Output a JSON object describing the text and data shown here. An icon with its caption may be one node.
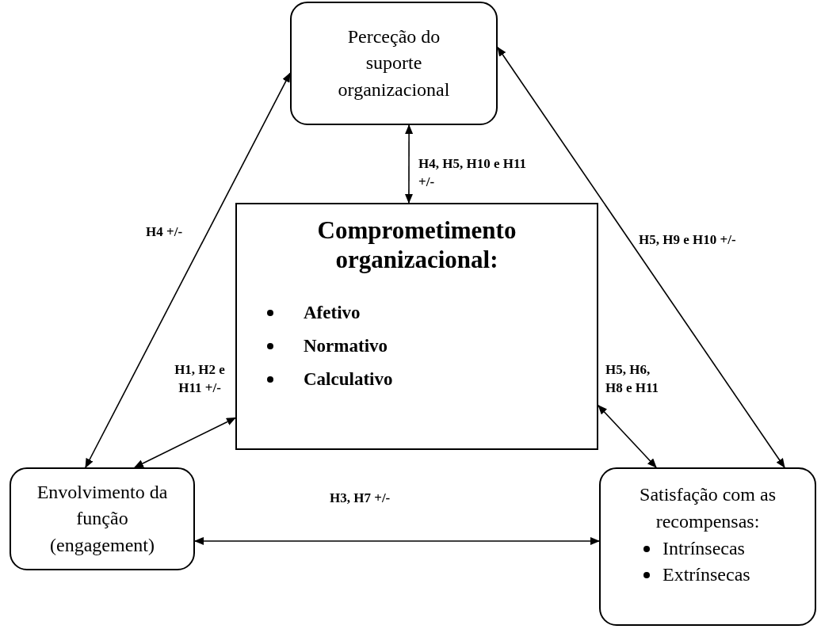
{
  "diagram": {
    "nodes": [
      {
        "text": [
          "Perceção do suporte organizacional"
        ]
      },
      {
        "text": [
          "Comprometimento organizacional:",
          "Afetivo",
          "Normativo",
          "Calculativo"
        ]
      },
      {
        "text": [
          "Envolvimento da função (engagement)"
        ]
      },
      {
        "text": [
          "Satisfação com as recompensas:",
          "Intrínsecas",
          "Extrínsecas"
        ]
      }
    ],
    "edges": [
      {
        "from": 0,
        "to": 2,
        "arrow": "both",
        "label": "H4 +/-"
      },
      {
        "from": 0,
        "to": 1,
        "arrow": "both",
        "label": "H4, H5, H10 e H11 +/-"
      },
      {
        "from": 0,
        "to": 3,
        "arrow": "both",
        "label": "H5, H9 e H10 +/-"
      },
      {
        "from": 2,
        "to": 1,
        "arrow": "both",
        "label": "H1, H2 e H11 +/-"
      },
      {
        "from": 1,
        "to": 3,
        "arrow": "both",
        "label": "H5, H6, H8 e H11"
      },
      {
        "from": 2,
        "to": 3,
        "arrow": "both",
        "label": "H3, H7 +/-"
      }
    ]
  }
}
